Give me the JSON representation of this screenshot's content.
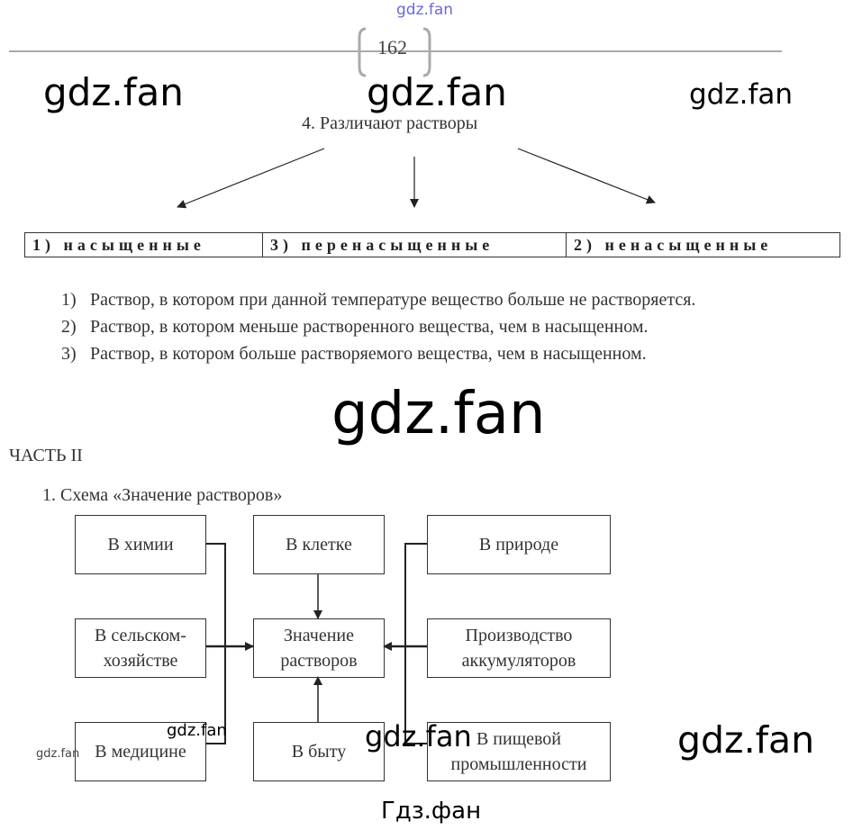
{
  "page_number": "162",
  "watermarks": {
    "top_small": "gdz.fan",
    "top_left": "gdz.fan",
    "top_center": "gdz.fan",
    "top_right": "gdz.fan",
    "middle": "gdz.fan",
    "diagram_small_1": "gdz.fan",
    "diagram_small_2": "gdz.fan",
    "diagram_center": "gdz.fan",
    "diagram_right": "gdz.fan",
    "footer": "Гдз.фан"
  },
  "task4": {
    "title": "4.  Различают растворы",
    "types": [
      "1) насыщенные",
      "3) перенасыщенные",
      "2) ненасыщенные"
    ],
    "definitions": [
      {
        "num": "1)",
        "text": "Раствор, в котором при данной температуре вещество больше не растворяется."
      },
      {
        "num": "2)",
        "text": "Раствор, в котором меньше растворенного вещества, чем в насыщенном."
      },
      {
        "num": "3)",
        "text": "Раствор, в котором больше растворяемого вещества, чем в насыщенном."
      }
    ]
  },
  "part2": {
    "heading": "ЧАСТЬ II",
    "task1_title": "1. Схема «Значение растворов»",
    "center": "Значение растворов",
    "boxes": {
      "chemistry": "В химии",
      "cell": "В клетке",
      "nature": "В природе",
      "agriculture": "В сельском-хозяйстве",
      "batteries": "Производство аккумуляторов",
      "medicine": "В медицине",
      "household": "В быту",
      "food": "В пищевой промышленности"
    }
  }
}
